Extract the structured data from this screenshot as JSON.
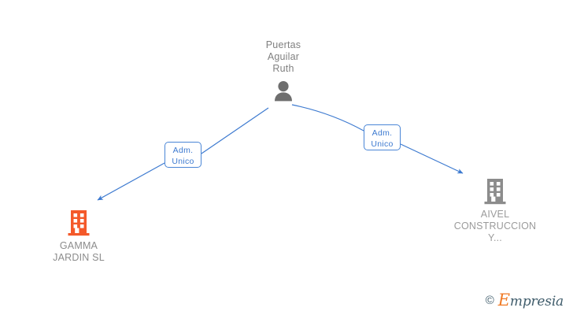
{
  "graph": {
    "title": "Puertas Aguilar Ruth relationship graph",
    "edge_color": "#3d7ad0",
    "person_color": "#6e6e6e",
    "active_company_color": "#f4592a",
    "inactive_company_color": "#8c8c8c",
    "nodes": [
      {
        "id": "person",
        "label": "Puertas\nAguilar\nRuth",
        "icon": "person-icon",
        "kind": "person"
      },
      {
        "id": "gamma",
        "label": "GAMMA\nJARDIN SL",
        "icon": "building-icon",
        "kind": "company",
        "state": "active"
      },
      {
        "id": "aivel",
        "label": "AIVEL\nCONSTRUCCION\nY...",
        "icon": "building-icon",
        "kind": "company",
        "state": "inactive"
      }
    ],
    "edges": [
      {
        "id": "edge-left",
        "from": "person",
        "to": "gamma",
        "label": "Adm.\nUnico"
      },
      {
        "id": "edge-right",
        "from": "person",
        "to": "aivel",
        "label": "Adm.\nUnico"
      }
    ]
  },
  "watermark": {
    "copyright": "©",
    "brand_initial": "E",
    "brand_rest": "mpresia"
  }
}
